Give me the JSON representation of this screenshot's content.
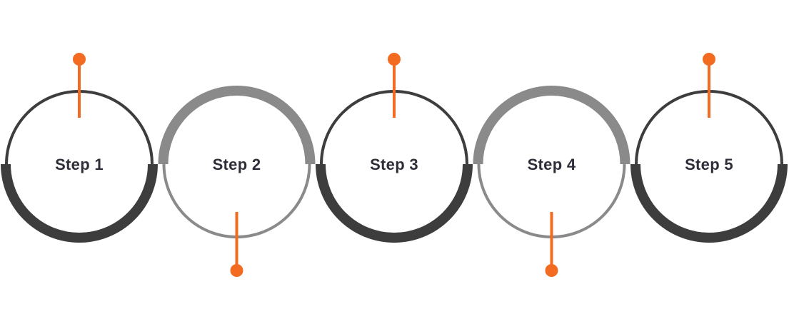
{
  "colors": {
    "dark": "#3d3d3d",
    "gray": "#8a8a8a",
    "accent": "#f26b21",
    "text": "#2e2e3a"
  },
  "steps": [
    {
      "label": "Step 1",
      "pin": "top",
      "thick_arc": "bottom",
      "tone": "dark"
    },
    {
      "label": "Step 2",
      "pin": "bottom",
      "thick_arc": "top",
      "tone": "gray"
    },
    {
      "label": "Step 3",
      "pin": "top",
      "thick_arc": "bottom",
      "tone": "dark"
    },
    {
      "label": "Step 4",
      "pin": "bottom",
      "thick_arc": "top",
      "tone": "gray"
    },
    {
      "label": "Step 5",
      "pin": "top",
      "thick_arc": "bottom",
      "tone": "dark"
    }
  ]
}
